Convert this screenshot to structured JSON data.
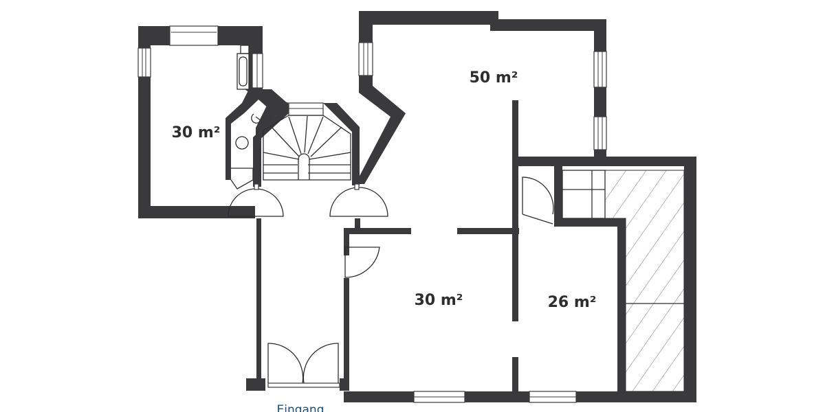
{
  "plan": {
    "title": "Floor plan",
    "wall_color": "#3a3a3c",
    "label_color": "#2e2e30",
    "entrance_color": "#1f4e79"
  },
  "rooms": [
    {
      "id": "room-northwest",
      "area": "30 m²"
    },
    {
      "id": "room-north",
      "area": "50 m²"
    },
    {
      "id": "room-center",
      "area": "30 m²"
    },
    {
      "id": "room-east",
      "area": "26 m²"
    }
  ],
  "entrance": {
    "label": "Eingang"
  },
  "icons": {
    "staircase": "spiral-staircase-icon",
    "toilet": "toilet-icon",
    "sink": "sink-icon",
    "bathtub": "bathtub-icon",
    "hatched_area": "hatched-terrace-icon"
  }
}
